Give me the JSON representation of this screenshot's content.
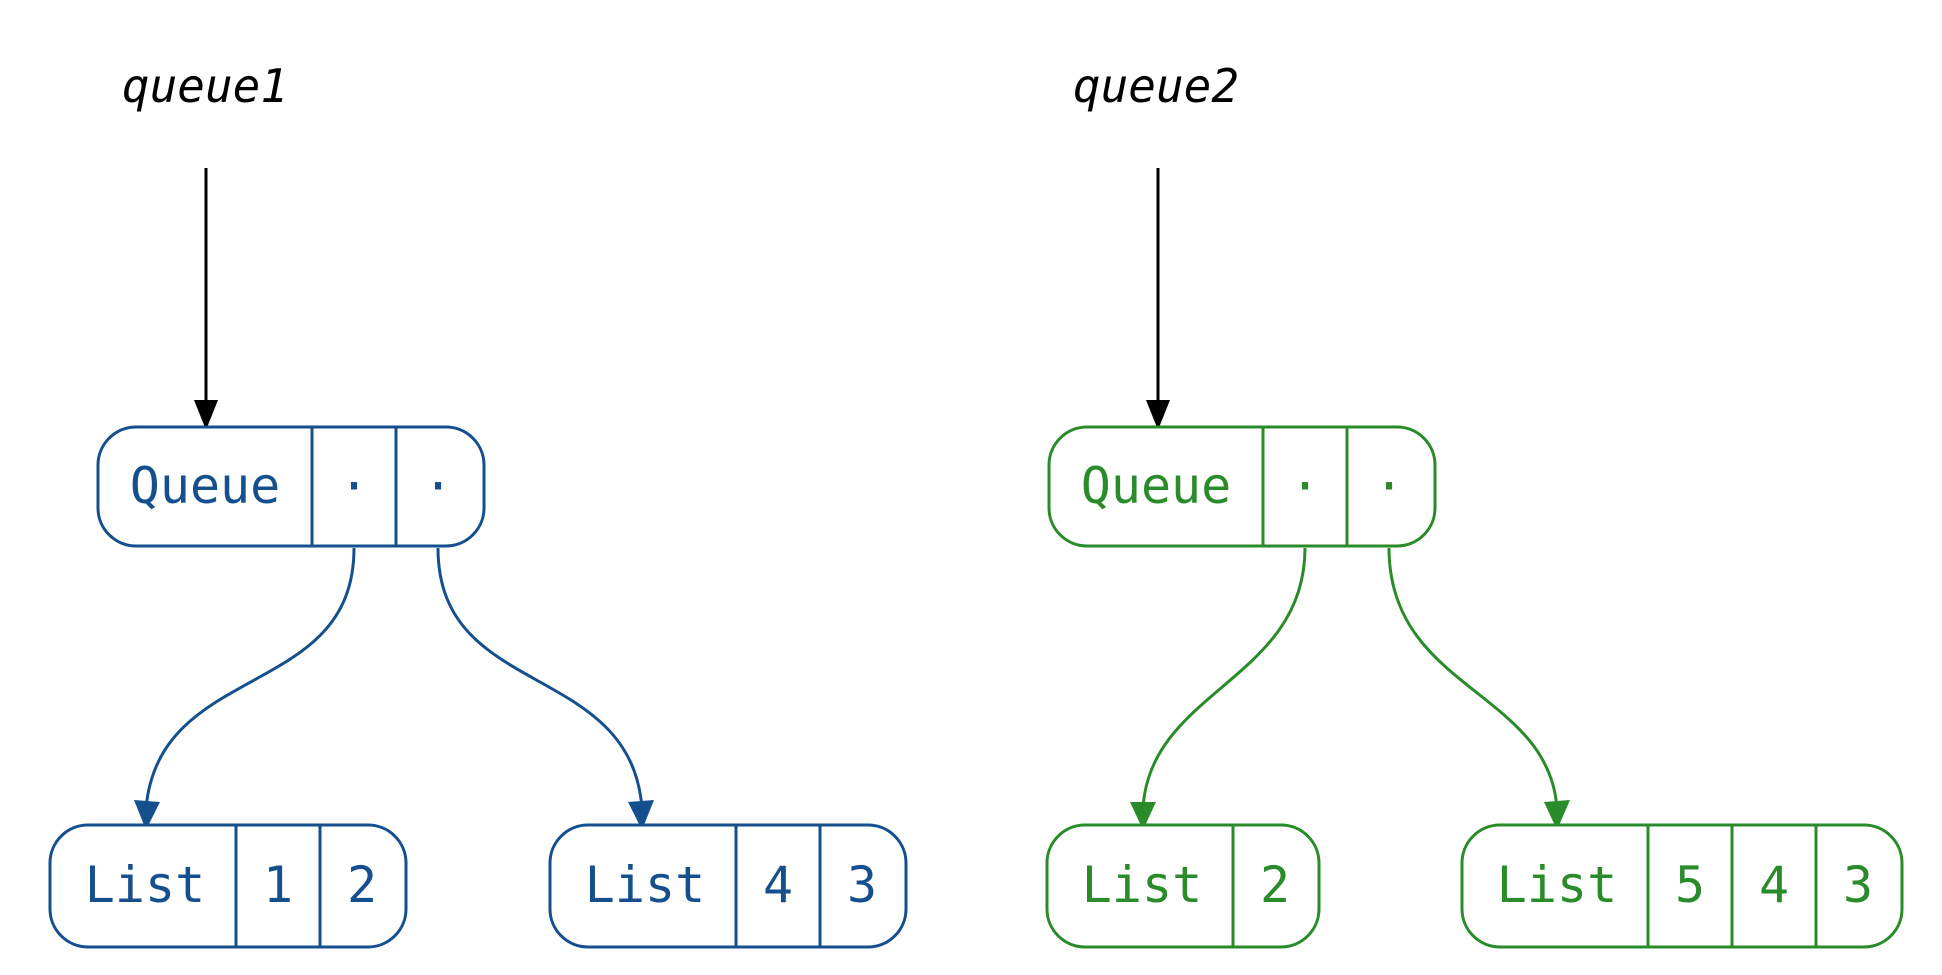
{
  "colors": {
    "queue1": "#154f8d",
    "queue2": "#2a8b2a",
    "pointer": "#000000",
    "background": "#ffffff"
  },
  "queue1": {
    "label": "queue1",
    "node": {
      "name": "Queue",
      "fields": [
        "·",
        "·"
      ]
    },
    "front": {
      "name": "List",
      "values": [
        "1",
        "2"
      ]
    },
    "back": {
      "name": "List",
      "values": [
        "4",
        "3"
      ]
    }
  },
  "queue2": {
    "label": "queue2",
    "node": {
      "name": "Queue",
      "fields": [
        "·",
        "·"
      ]
    },
    "front": {
      "name": "List",
      "values": [
        "2"
      ]
    },
    "back": {
      "name": "List",
      "values": [
        "5",
        "4",
        "3"
      ]
    }
  }
}
